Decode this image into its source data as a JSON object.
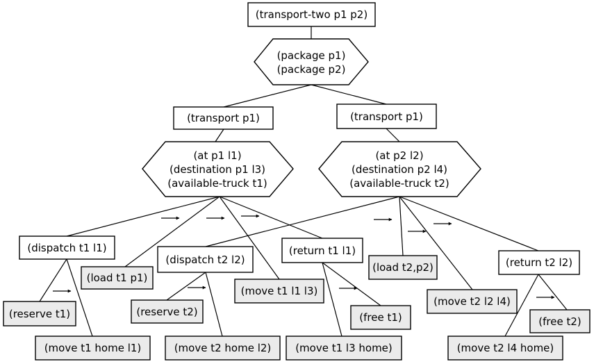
{
  "root_task": "(transport-two p1 p2)",
  "root_conditions": [
    "(package p1)",
    "(package p2)"
  ],
  "left": {
    "task": "(transport p1)",
    "conditions": [
      "(at p1 l1)",
      "(destination p1 l3)",
      "(available-truck t1)"
    ],
    "dispatch": "(dispatch t1 l1)",
    "reserve": "(reserve t1)",
    "move_home": "(move t1 home l1)",
    "load": "(load t1 p1)",
    "move": "(move t1 l1 l3)",
    "return": "(return t1 l1)",
    "free": "(free t1)",
    "move_return": "(move t1 l3 home)"
  },
  "right": {
    "task": "(transport p1)",
    "conditions": [
      "(at p2 l2)",
      "(destination p2 l4)",
      "(available-truck t2)"
    ],
    "dispatch": "(dispatch t2 l2)",
    "reserve": "(reserve t2)",
    "move_home": "(move t2 home l2)",
    "load": "(load t2,p2)",
    "move": "(move t2 l2 l4)",
    "return": "(return t2 l2)",
    "free": "(free t2)",
    "move_return": "(move t2 l4 home)"
  }
}
